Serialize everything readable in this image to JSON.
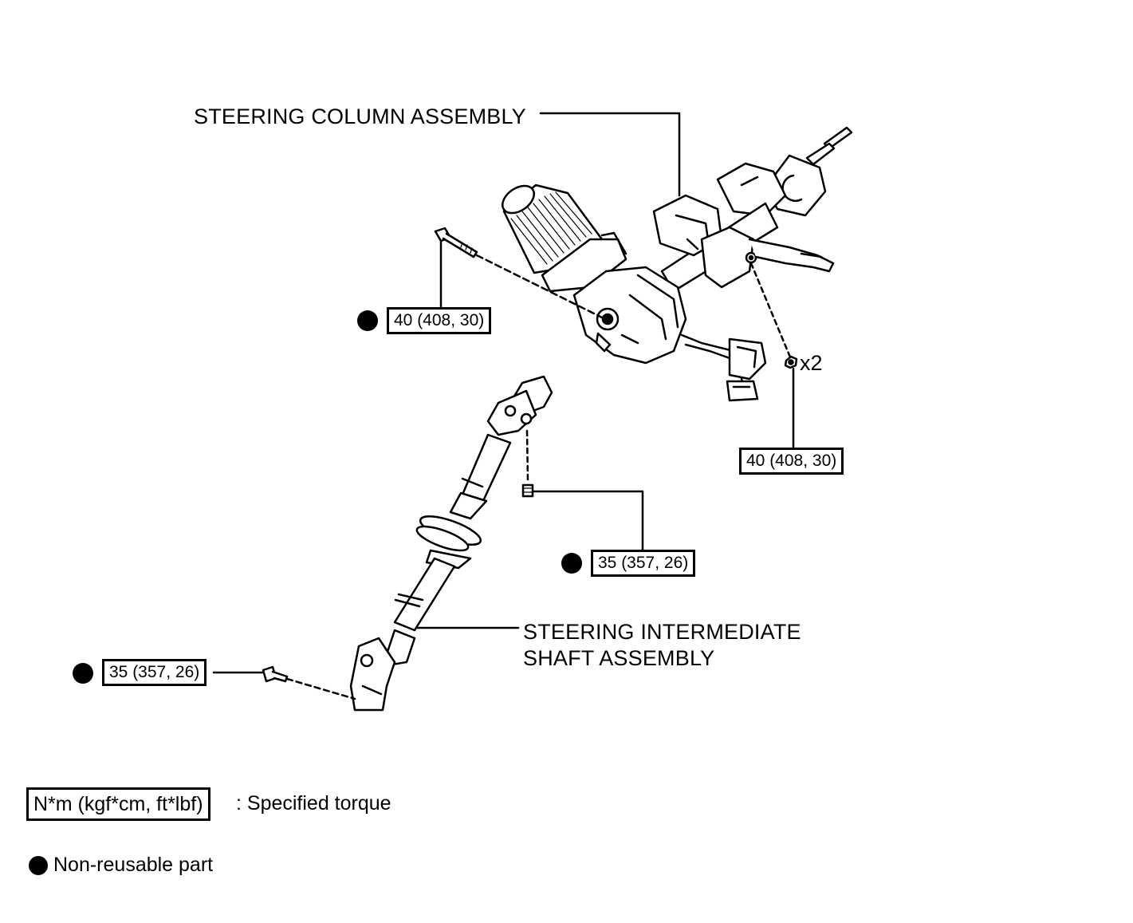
{
  "labels": {
    "steering_column": "STEERING COLUMN ASSEMBLY",
    "intermediate_shaft_line1": "STEERING INTERMEDIATE",
    "intermediate_shaft_line2": "SHAFT ASSEMBLY",
    "quantity": "x2"
  },
  "torque_specs": {
    "column_bolt": "40 (408, 30)",
    "column_nuts": "40 (408, 30)",
    "shaft_upper_bolt": "35 (357, 26)",
    "shaft_lower_bolt": "35 (357, 26)"
  },
  "legend": {
    "torque_unit": "N*m (kgf*cm, ft*lbf)",
    "torque_text": ": Specified torque",
    "nonreusable_text": "Non-reusable part"
  },
  "colors": {
    "ink": "#000000",
    "paper": "#ffffff"
  }
}
